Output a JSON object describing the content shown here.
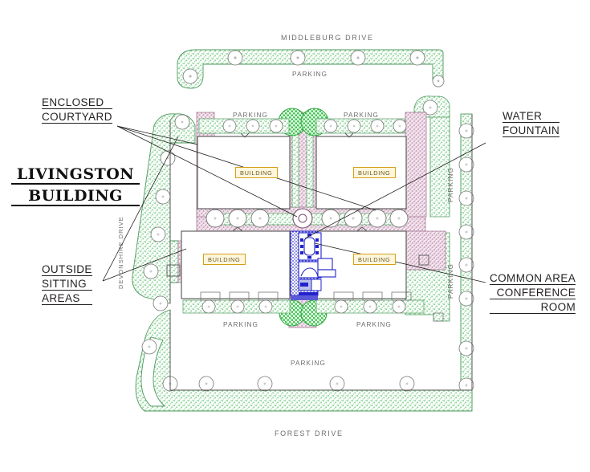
{
  "drawing": {
    "title_lines": [
      "LIVINGSTON",
      "BUILDING"
    ],
    "type": "architectural-site-plan"
  },
  "callouts": [
    {
      "id": "enclosed-courtyard",
      "lines": [
        "ENCLOSED",
        "COURTYARD"
      ]
    },
    {
      "id": "outside-sitting-areas",
      "lines": [
        "OUTSIDE",
        "SITTING",
        "AREAS"
      ]
    },
    {
      "id": "water-fountain",
      "lines": [
        "WATER",
        "FOUNTAIN"
      ]
    },
    {
      "id": "common-area-conference-room",
      "lines": [
        "COMMON AREA",
        "CONFERENCE",
        "ROOM"
      ]
    }
  ],
  "streets": [
    {
      "id": "middleburg-drive",
      "name": "MIDDLEBURG DRIVE",
      "orientation": "horizontal",
      "position": "top"
    },
    {
      "id": "forest-drive",
      "name": "FOREST DRIVE",
      "orientation": "horizontal",
      "position": "bottom"
    },
    {
      "id": "devonshire-drive",
      "name": "DEVONSHIRE DRIVE",
      "orientation": "vertical",
      "position": "left"
    }
  ],
  "parking_labels": [
    {
      "id": "parking-north-lot",
      "text": "PARKING",
      "orientation": "horizontal"
    },
    {
      "id": "parking-nw",
      "text": "PARKING",
      "orientation": "horizontal"
    },
    {
      "id": "parking-ne",
      "text": "PARKING",
      "orientation": "horizontal"
    },
    {
      "id": "parking-east-upper",
      "text": "PARKING",
      "orientation": "vertical"
    },
    {
      "id": "parking-east-lower",
      "text": "PARKING",
      "orientation": "vertical"
    },
    {
      "id": "parking-sw",
      "text": "PARKING",
      "orientation": "horizontal"
    },
    {
      "id": "parking-se",
      "text": "PARKING",
      "orientation": "horizontal"
    },
    {
      "id": "parking-south-lot",
      "text": "PARKING",
      "orientation": "horizontal"
    }
  ],
  "building_labels": [
    {
      "id": "building-nw",
      "text": "BUILDING"
    },
    {
      "id": "building-ne",
      "text": "BUILDING"
    },
    {
      "id": "building-sw",
      "text": "BUILDING"
    },
    {
      "id": "building-se",
      "text": "BUILDING"
    }
  ],
  "colors": {
    "landscape_green": "#8fd49a",
    "tree_canopy_green": "#34c24a",
    "courtyard_pink": "#c9a0b8",
    "building_label_fill": "#fdf6dd",
    "building_label_border": "#d4a017",
    "interior_blue": "#2222cc",
    "line_black": "#231f20",
    "map_text_gray": "#6d6d6d"
  }
}
